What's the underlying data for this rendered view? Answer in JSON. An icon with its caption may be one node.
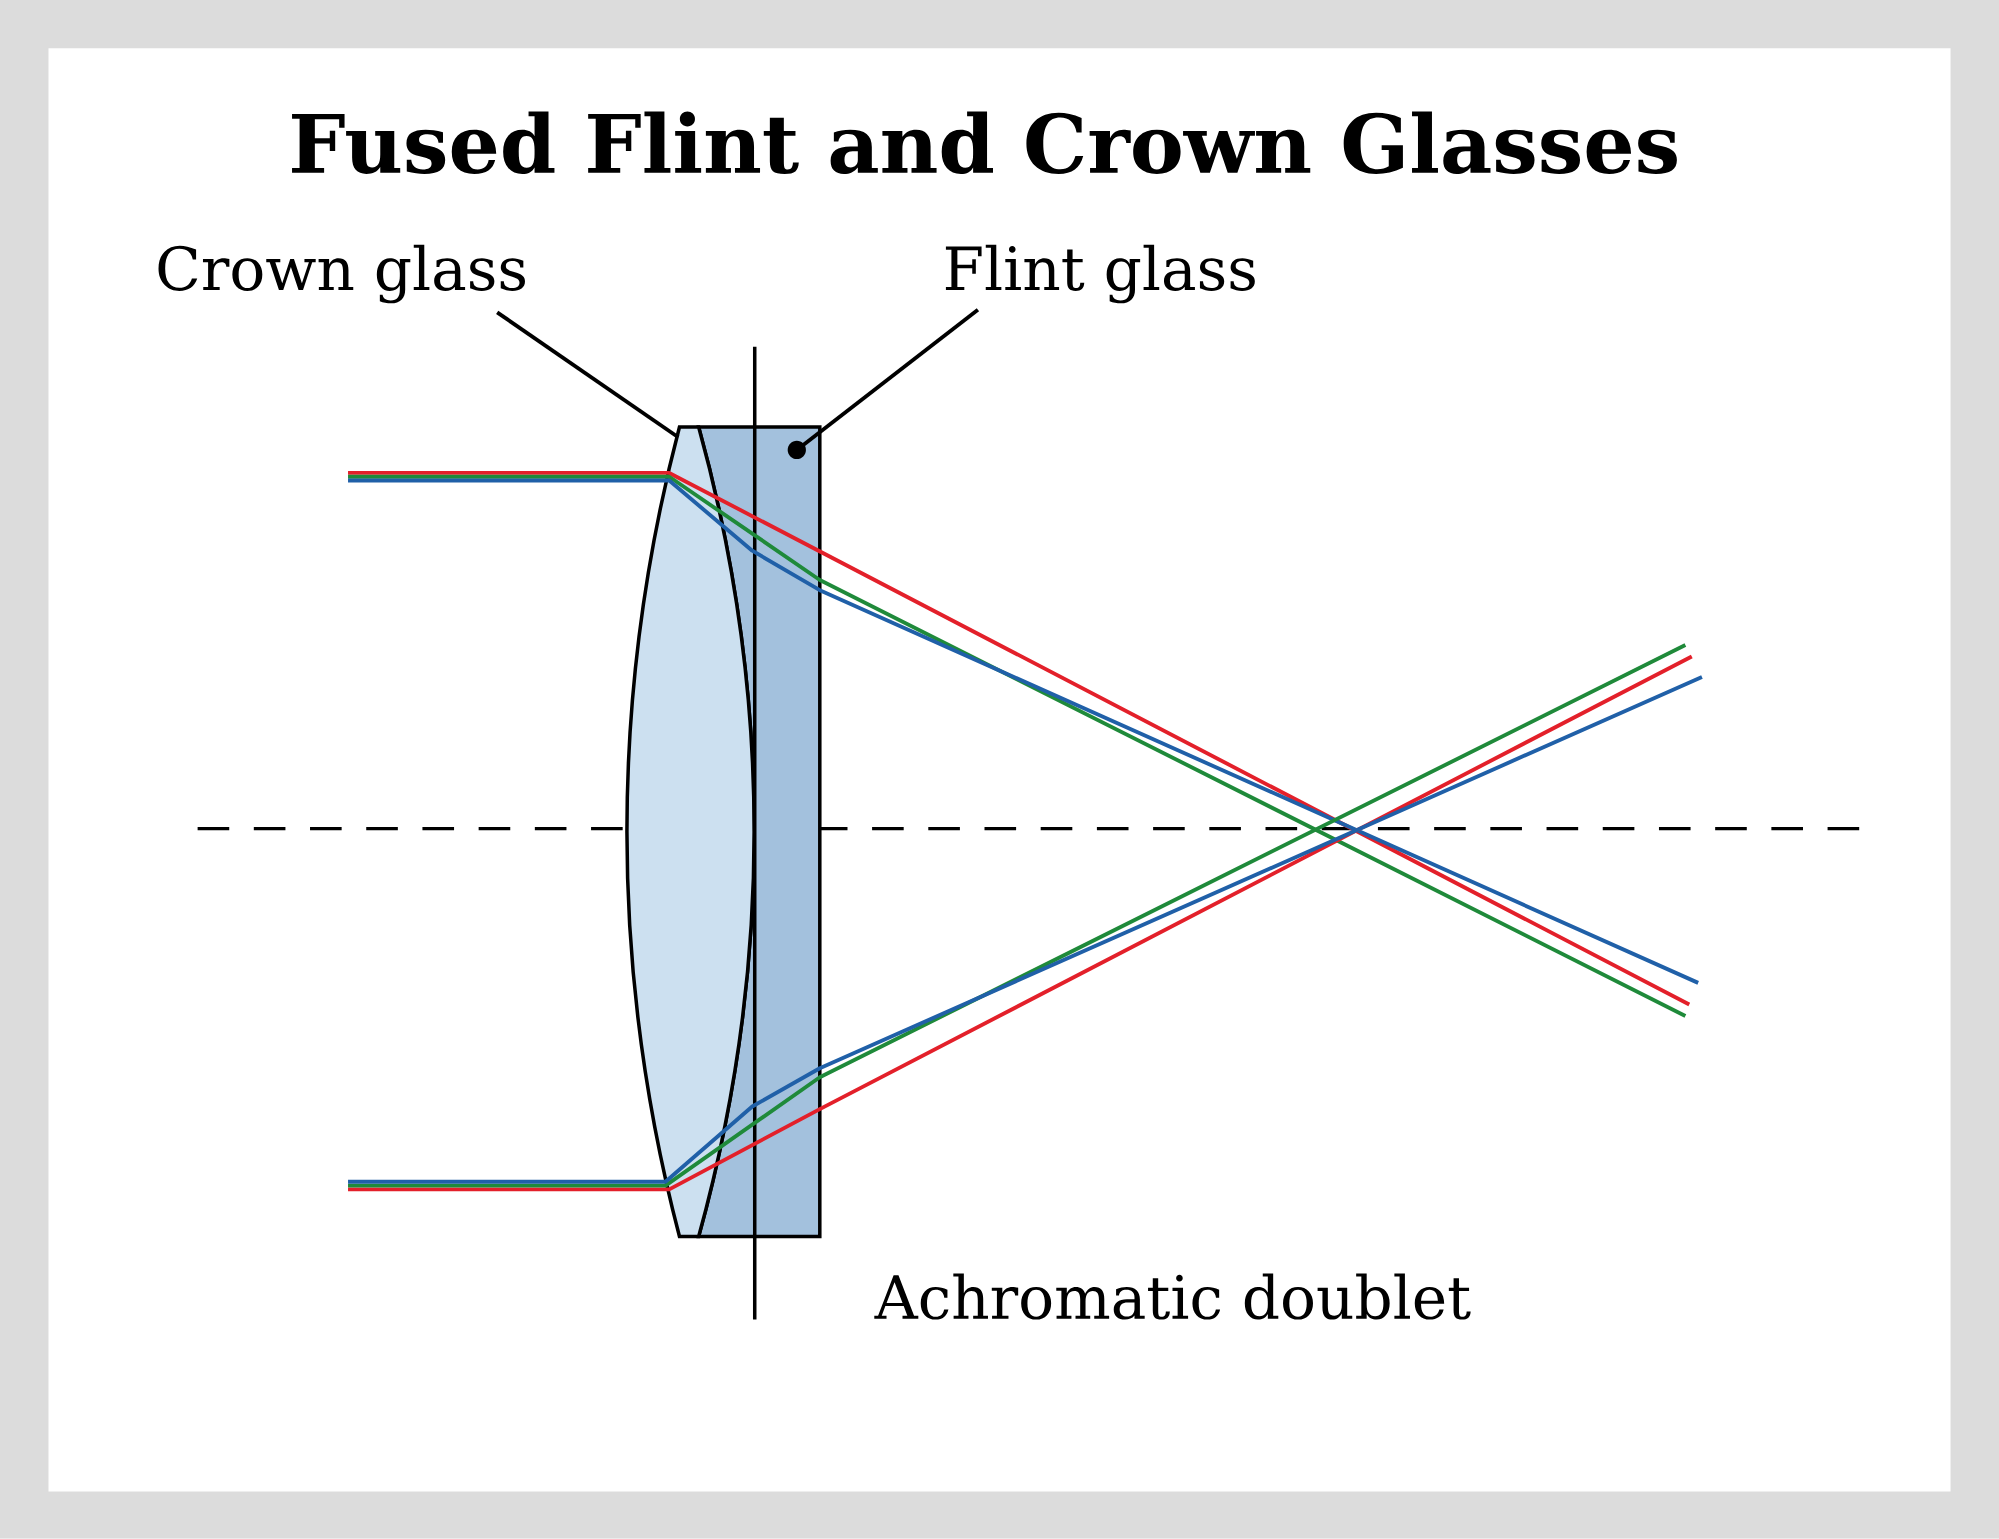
{
  "diagram": {
    "title": "Fused Flint and Crown Glasses",
    "nodes": [
      {
        "text": [
          "Crown glass"
        ]
      },
      {
        "text": [
          "Flint glass"
        ]
      },
      {
        "text": [],
        "shape": "lens"
      },
      {
        "text": [],
        "shape": "box"
      }
    ],
    "edges": [
      {
        "from": 0,
        "to": 2,
        "arrow": "none"
      },
      {
        "from": 1,
        "to": 3,
        "arrow": "other"
      }
    ],
    "labels": [
      "Achromatic doublet"
    ]
  }
}
